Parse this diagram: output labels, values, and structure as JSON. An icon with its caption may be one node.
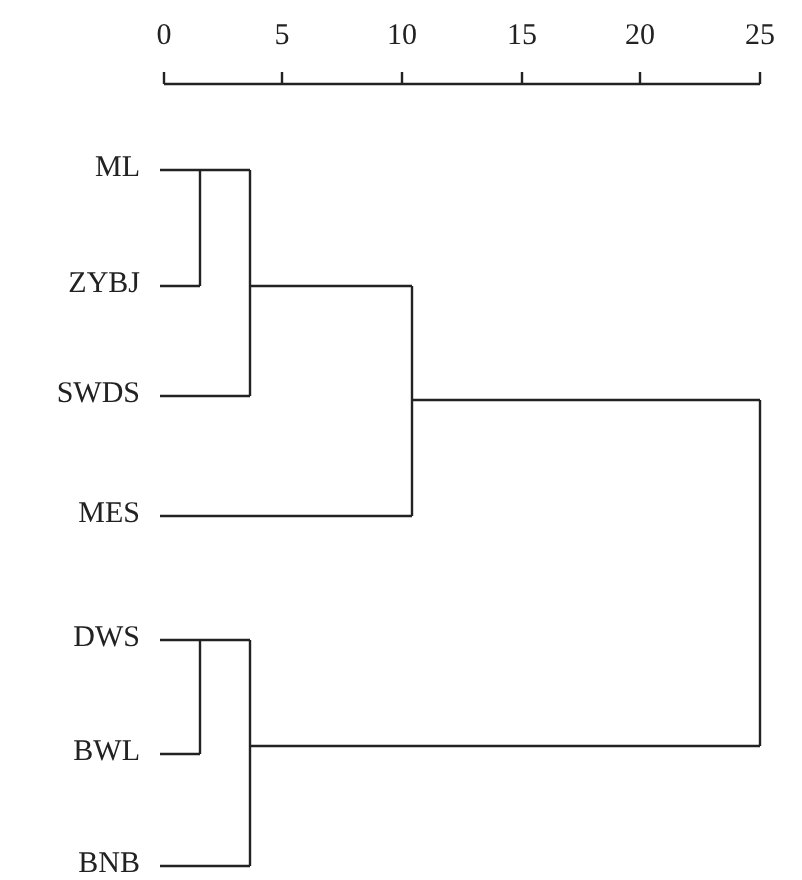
{
  "diagram": {
    "labels": [
      "0",
      "5",
      "10",
      "15",
      "20",
      "25",
      "ML",
      "ZYBJ",
      "SWDS",
      "MES",
      "DWS",
      "BWL",
      "BNB"
    ]
  }
}
